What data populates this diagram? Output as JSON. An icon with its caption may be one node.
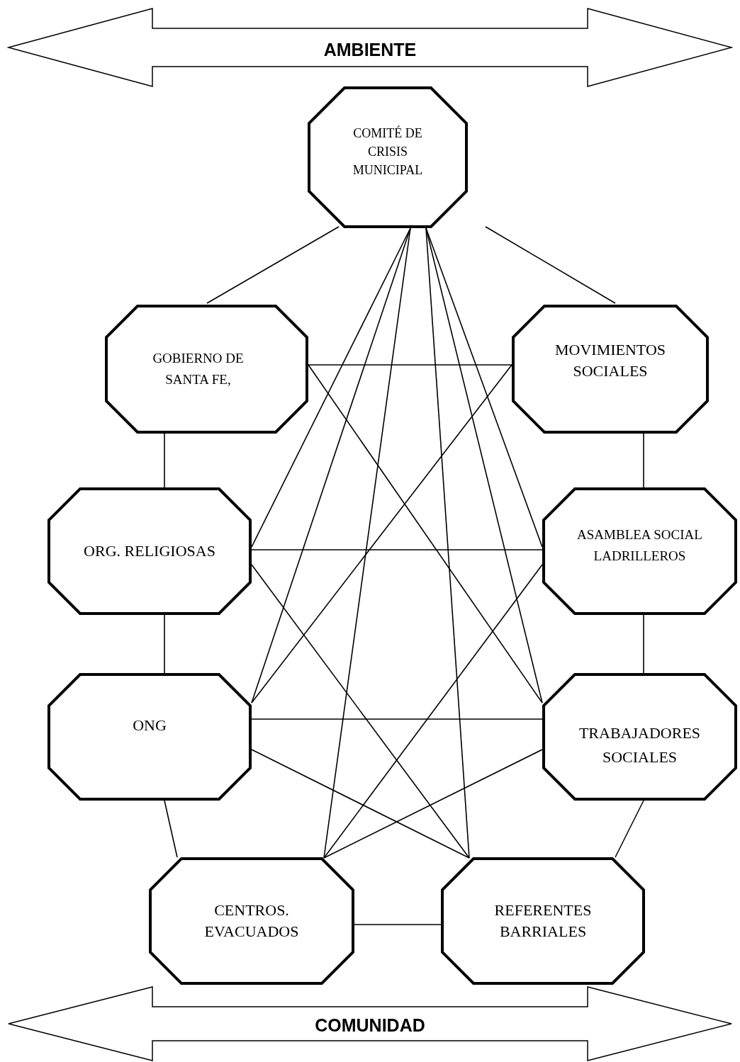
{
  "diagram": {
    "nodes": [
      {
        "text": [
          "AMBIENTE"
        ]
      },
      {
        "text": [
          "COMITÉ DE CRISIS MUNICIPAL"
        ]
      },
      {
        "text": [
          "GOBIERNO DE SANTA FE,"
        ]
      },
      {
        "text": [
          "MOVIMIENTOS SOCIALES"
        ]
      },
      {
        "text": [
          "ORG. RELIGIOSAS"
        ]
      },
      {
        "text": [
          "ASAMBLEA SOCIAL LADRILLEROS"
        ]
      },
      {
        "text": [
          "ONG"
        ]
      },
      {
        "text": [
          "TRABAJADORES SOCIALES"
        ]
      },
      {
        "text": [
          "CENTROS. EVACUADOS"
        ]
      },
      {
        "text": [
          "REFERENTES BARRIALES"
        ]
      },
      {
        "text": [
          "COMUNIDAD"
        ]
      }
    ],
    "edges": [
      {
        "from": 1,
        "to": 2,
        "arrow": "none"
      },
      {
        "from": 1,
        "to": 3,
        "arrow": "none"
      },
      {
        "from": 1,
        "to": 4,
        "arrow": "none"
      },
      {
        "from": 1,
        "to": 6,
        "arrow": "none"
      },
      {
        "from": 1,
        "to": 8,
        "arrow": "none"
      },
      {
        "from": 1,
        "to": 9,
        "arrow": "none"
      },
      {
        "from": 1,
        "to": 7,
        "arrow": "none"
      },
      {
        "from": 1,
        "to": 5,
        "arrow": "none"
      },
      {
        "from": 2,
        "to": 3,
        "arrow": "none"
      },
      {
        "from": 2,
        "to": 4,
        "arrow": "none"
      },
      {
        "from": 2,
        "to": 7,
        "arrow": "none"
      },
      {
        "from": 3,
        "to": 6,
        "arrow": "none"
      },
      {
        "from": 3,
        "to": 5,
        "arrow": "none"
      },
      {
        "from": 4,
        "to": 5,
        "arrow": "none"
      },
      {
        "from": 4,
        "to": 9,
        "arrow": "none"
      },
      {
        "from": 4,
        "to": 6,
        "arrow": "none"
      },
      {
        "from": 5,
        "to": 8,
        "arrow": "none"
      },
      {
        "from": 5,
        "to": 7,
        "arrow": "none"
      },
      {
        "from": 6,
        "to": 7,
        "arrow": "none"
      },
      {
        "from": 6,
        "to": 9,
        "arrow": "none"
      },
      {
        "from": 6,
        "to": 8,
        "arrow": "none"
      },
      {
        "from": 7,
        "to": 8,
        "arrow": "none"
      },
      {
        "from": 7,
        "to": 9,
        "arrow": "none"
      },
      {
        "from": 8,
        "to": 9,
        "arrow": "none"
      }
    ]
  }
}
